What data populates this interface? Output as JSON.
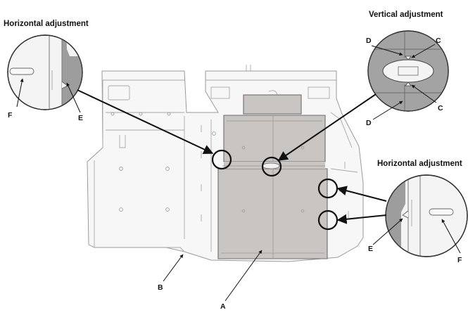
{
  "titles": {
    "horizontal_left": "Horizontal adjustment",
    "vertical": "Vertical adjustment",
    "horizontal_right": "Horizontal adjustment"
  },
  "callouts": {
    "a": "A",
    "b": "B",
    "c_upper": "C",
    "c_lower": "C",
    "d_upper": "D",
    "d_lower": "D",
    "e_left": "E",
    "f_left": "F",
    "e_right": "E",
    "f_right": "F"
  },
  "colors": {
    "carpet": "#c9c5c2",
    "detail_dark": "#9d9d9d",
    "outline": "#9a9a9a"
  }
}
